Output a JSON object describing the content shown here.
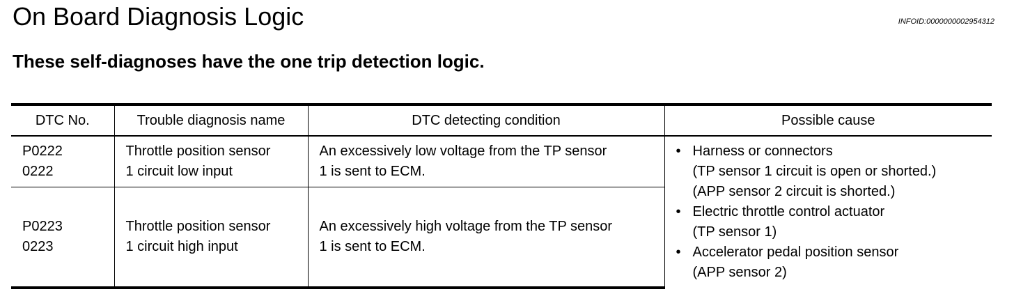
{
  "page": {
    "title": "On Board Diagnosis Logic",
    "infoid": "INFOID:0000000002954312",
    "subtitle": "These self-diagnoses have the one trip detection logic."
  },
  "table": {
    "headers": [
      "DTC No.",
      "Trouble diagnosis name",
      "DTC detecting condition",
      "Possible cause"
    ],
    "rows": [
      {
        "dtc": [
          "P0222",
          "0222"
        ],
        "name": [
          "Throttle position sensor",
          "1 circuit low input"
        ],
        "condition": [
          "An excessively low voltage from the TP sensor",
          "1 is sent to ECM."
        ]
      },
      {
        "dtc": [
          "P0223",
          "0223"
        ],
        "name": [
          "Throttle position sensor",
          "1 circuit high input"
        ],
        "condition": [
          "An excessively high voltage from the TP sensor",
          "1 is sent to ECM."
        ]
      }
    ],
    "causes": [
      [
        "Harness or connectors",
        "(TP sensor 1 circuit is open or shorted.)",
        "(APP sensor 2 circuit is shorted.)"
      ],
      [
        "Electric throttle control actuator",
        "(TP sensor 1)"
      ],
      [
        "Accelerator pedal position sensor",
        "(APP sensor 2)"
      ]
    ]
  }
}
